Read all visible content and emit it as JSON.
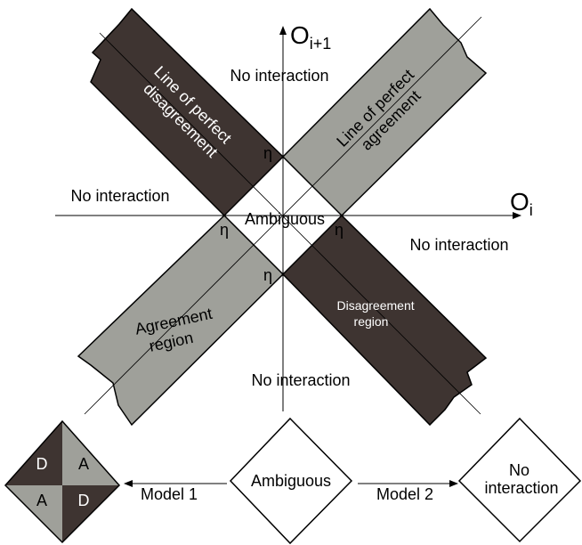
{
  "colors": {
    "dark_region": "#3e3431",
    "light_region": "#9fa09a",
    "background": "#ffffff",
    "line": "#000000",
    "light_text": "#ffffff",
    "dark_text": "#000000"
  },
  "axes": {
    "x_label_main": "O",
    "x_label_sub": "i",
    "y_label_main": "O",
    "y_label_sub": "i+1"
  },
  "regions": {
    "no_interaction_top": "No interaction",
    "no_interaction_left": "No interaction",
    "no_interaction_right": "No interaction",
    "no_interaction_bottom": "No interaction",
    "ambiguous_center": "Ambiguous",
    "line_disagreement_1": "Line of perfect",
    "line_disagreement_2": "disagreement",
    "line_agreement_1": "Line of perfect",
    "line_agreement_2": "agreement",
    "agreement_region_1": "Agreement",
    "agreement_region_2": "region",
    "disagreement_region_1": "Disagreement",
    "disagreement_region_2": "region"
  },
  "eta_symbol": "η",
  "models": {
    "left_top": "D",
    "left_right": "A",
    "left_left": "A",
    "left_bottom": "D",
    "center_label": "Ambiguous",
    "right_label_1": "No",
    "right_label_2": "interaction",
    "model1_label": "Model 1",
    "model2_label": "Model 2"
  }
}
